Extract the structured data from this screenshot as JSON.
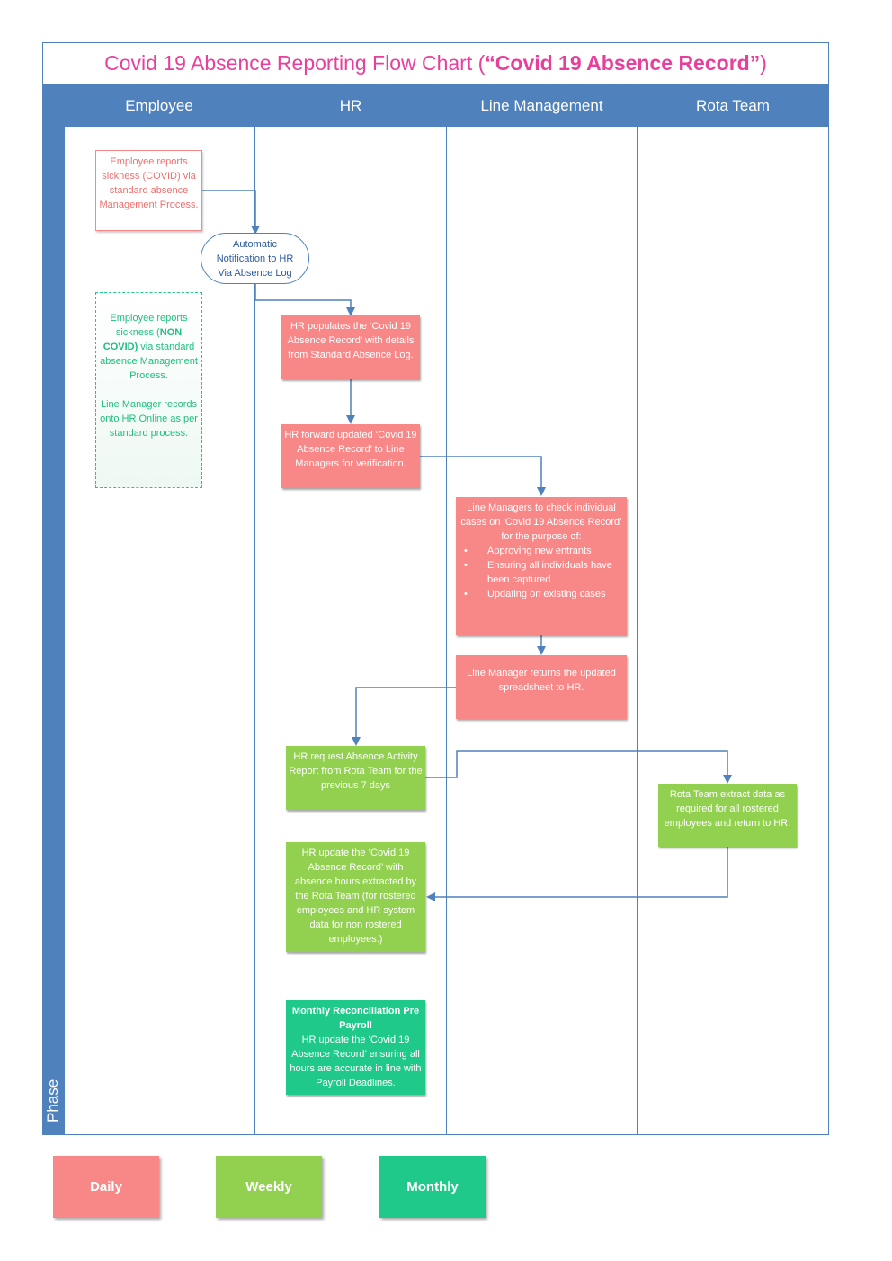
{
  "title": {
    "main": "Covid 19 Absence Reporting Flow Chart (",
    "emph": "“Covid 19 Absence Record”",
    "end": ")"
  },
  "phase_label": "Phase",
  "lanes": [
    "Employee",
    "HR",
    "Line Management",
    "Rota Team"
  ],
  "boxes": {
    "emp_covid": "Employee reports sickness (COVID) via standard absence Management Process.",
    "auto_notify": "Automatic Notification to HR Via Absence Log",
    "emp_noncovid_1": "Employee reports sickness (",
    "emp_noncovid_bold": "NON COVID)",
    "emp_noncovid_2": " via standard absence Management Process.",
    "emp_noncovid_3": "Line Manager records onto HR Online as per standard process.",
    "hr_populate": "HR populates the ‘Covid 19 Absence Record’ with details from Standard Absence Log.",
    "hr_forward": "HR forward updated ‘Covid 19 Absence Record’ to Line Managers for verification.",
    "lm_check_intro": "Line Managers to check individual cases on ‘Covid 19 Absence Record’ for the purpose of:",
    "lm_check_items": [
      "Approving new entrants",
      "Ensuring all individuals have been captured",
      "Updating on existing cases"
    ],
    "lm_return": "Line Manager returns the updated spreadsheet to HR.",
    "hr_request": "HR request Absence Activity Report from Rota Team for the previous 7 days",
    "rota_extract": "Rota Team extract data as required for all rostered employees and return to HR.",
    "hr_update": "HR update the ‘Covid 19 Absence Record’ with absence hours extracted by the Rota Team (for rostered employees and HR system data for non rostered employees.)",
    "monthly_title": "Monthly Reconciliation Pre Payroll",
    "monthly_body": "HR update the ‘Covid 19 Absence Record’ ensuring all hours are accurate in line with Payroll Deadlines."
  },
  "legend": [
    "Daily",
    "Weekly",
    "Monthly"
  ],
  "colors": {
    "daily": "#f88787",
    "weekly": "#92d050",
    "monthly": "#1fc98a",
    "lane": "#4f81bd",
    "title": "#e83e9c"
  }
}
